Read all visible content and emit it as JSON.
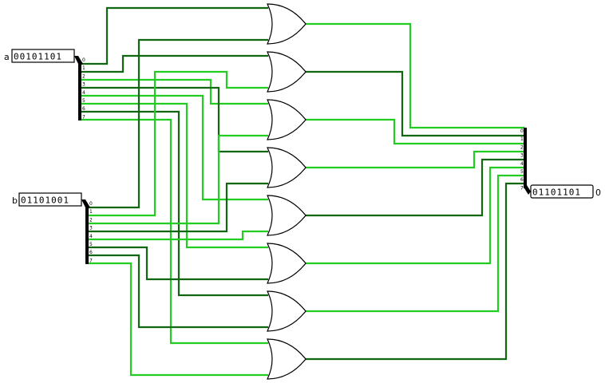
{
  "canvas": {
    "background": "#ffffff",
    "wire_on_color": "#22cc22",
    "wire_off_color": "#116611"
  },
  "input_a": {
    "label": "a",
    "value": "00101101"
  },
  "input_b": {
    "label": "b",
    "value": "01101001"
  },
  "output": {
    "value": "01101101",
    "trailing_label": "0"
  },
  "splitter_a_bits": [
    "0",
    "1",
    "2",
    "3",
    "4",
    "5",
    "6",
    "7"
  ],
  "splitter_b_bits": [
    "0",
    "1",
    "2",
    "3",
    "4",
    "5",
    "6",
    "7"
  ],
  "splitter_out_bits": [
    "0",
    "1",
    "2",
    "3",
    "4",
    "5",
    "6",
    "7"
  ],
  "gates": [
    {
      "type": "or",
      "out": 1
    },
    {
      "type": "or",
      "out": 0
    },
    {
      "type": "or",
      "out": 1
    },
    {
      "type": "or",
      "out": 1
    },
    {
      "type": "or",
      "out": 0
    },
    {
      "type": "or",
      "out": 1
    },
    {
      "type": "or",
      "out": 1
    },
    {
      "type": "or",
      "out": 0
    }
  ]
}
